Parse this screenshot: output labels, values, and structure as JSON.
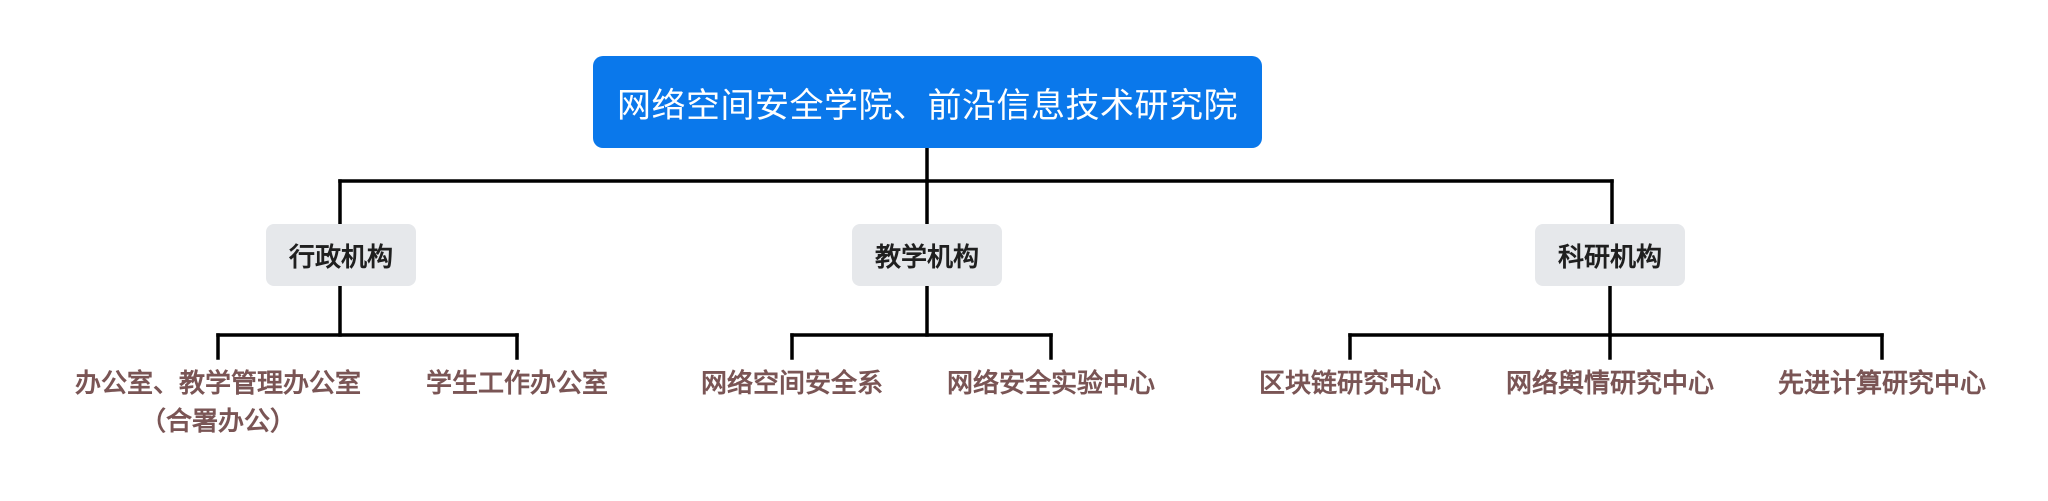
{
  "root": {
    "label": "网络空间安全学院、前沿信息技术研究院",
    "color": "#0a78eb"
  },
  "categories": [
    {
      "label": "行政机构",
      "children": [
        {
          "line1": "办公室、教学管理办公室",
          "line2": "（合署办公）"
        },
        {
          "label": "学生工作办公室"
        }
      ]
    },
    {
      "label": "教学机构",
      "children": [
        {
          "label": "网络空间安全系"
        },
        {
          "label": "网络安全实验中心"
        }
      ]
    },
    {
      "label": "科研机构",
      "children": [
        {
          "label": "区块链研究中心"
        },
        {
          "label": "网络舆情研究中心"
        },
        {
          "label": "先进计算研究中心"
        }
      ]
    }
  ],
  "colors": {
    "category_background": "#e6e8eb",
    "leaf_text": "#7a5555",
    "connector": "#000000"
  }
}
